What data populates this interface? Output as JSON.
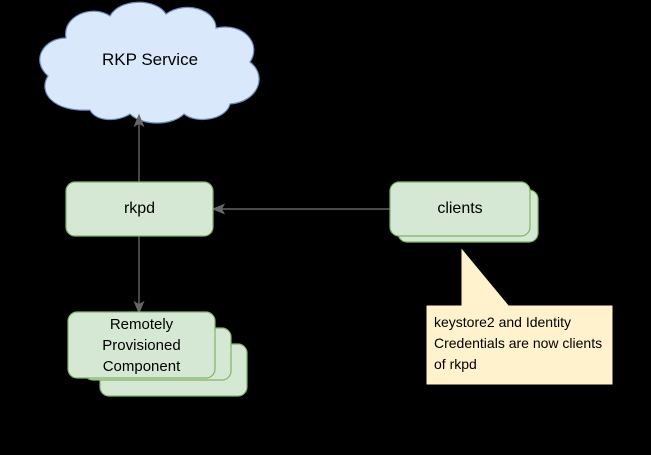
{
  "diagram": {
    "background_color": "#000000",
    "nodes": {
      "rkp_service": {
        "label": "RKP Service",
        "shape": "cloud",
        "fill": "#dae8fc",
        "stroke": "#6c8ebf"
      },
      "rkpd": {
        "label": "rkpd",
        "shape": "rounded-rect",
        "fill": "#d5e8d4",
        "stroke": "#82b366"
      },
      "clients": {
        "label": "clients",
        "shape": "stacked-rounded-rect",
        "stack_count": 2,
        "fill": "#d5e8d4",
        "stroke": "#82b366"
      },
      "remotely_provisioned_component": {
        "label": "Remotely\nProvisioned\nComponent",
        "shape": "stacked-rounded-rect",
        "stack_count": 3,
        "fill": "#d5e8d4",
        "stroke": "#82b366"
      }
    },
    "callout": {
      "text": "keystore2 and Identity Credentials are now clients of rkpd",
      "fill": "#fff2cc",
      "stroke": "#d6b656",
      "points_at": "clients"
    },
    "edges": [
      {
        "name": "rkpd-to-rkp-service",
        "from": "rkpd",
        "to": "rkp_service",
        "direction": "up",
        "stroke": "#666666"
      },
      {
        "name": "rkpd-to-remotely-provisioned-component",
        "from": "rkpd",
        "to": "remotely_provisioned_component",
        "direction": "down",
        "stroke": "#666666"
      },
      {
        "name": "clients-to-rkpd",
        "from": "clients",
        "to": "rkpd",
        "direction": "left",
        "stroke": "#666666"
      }
    ]
  }
}
